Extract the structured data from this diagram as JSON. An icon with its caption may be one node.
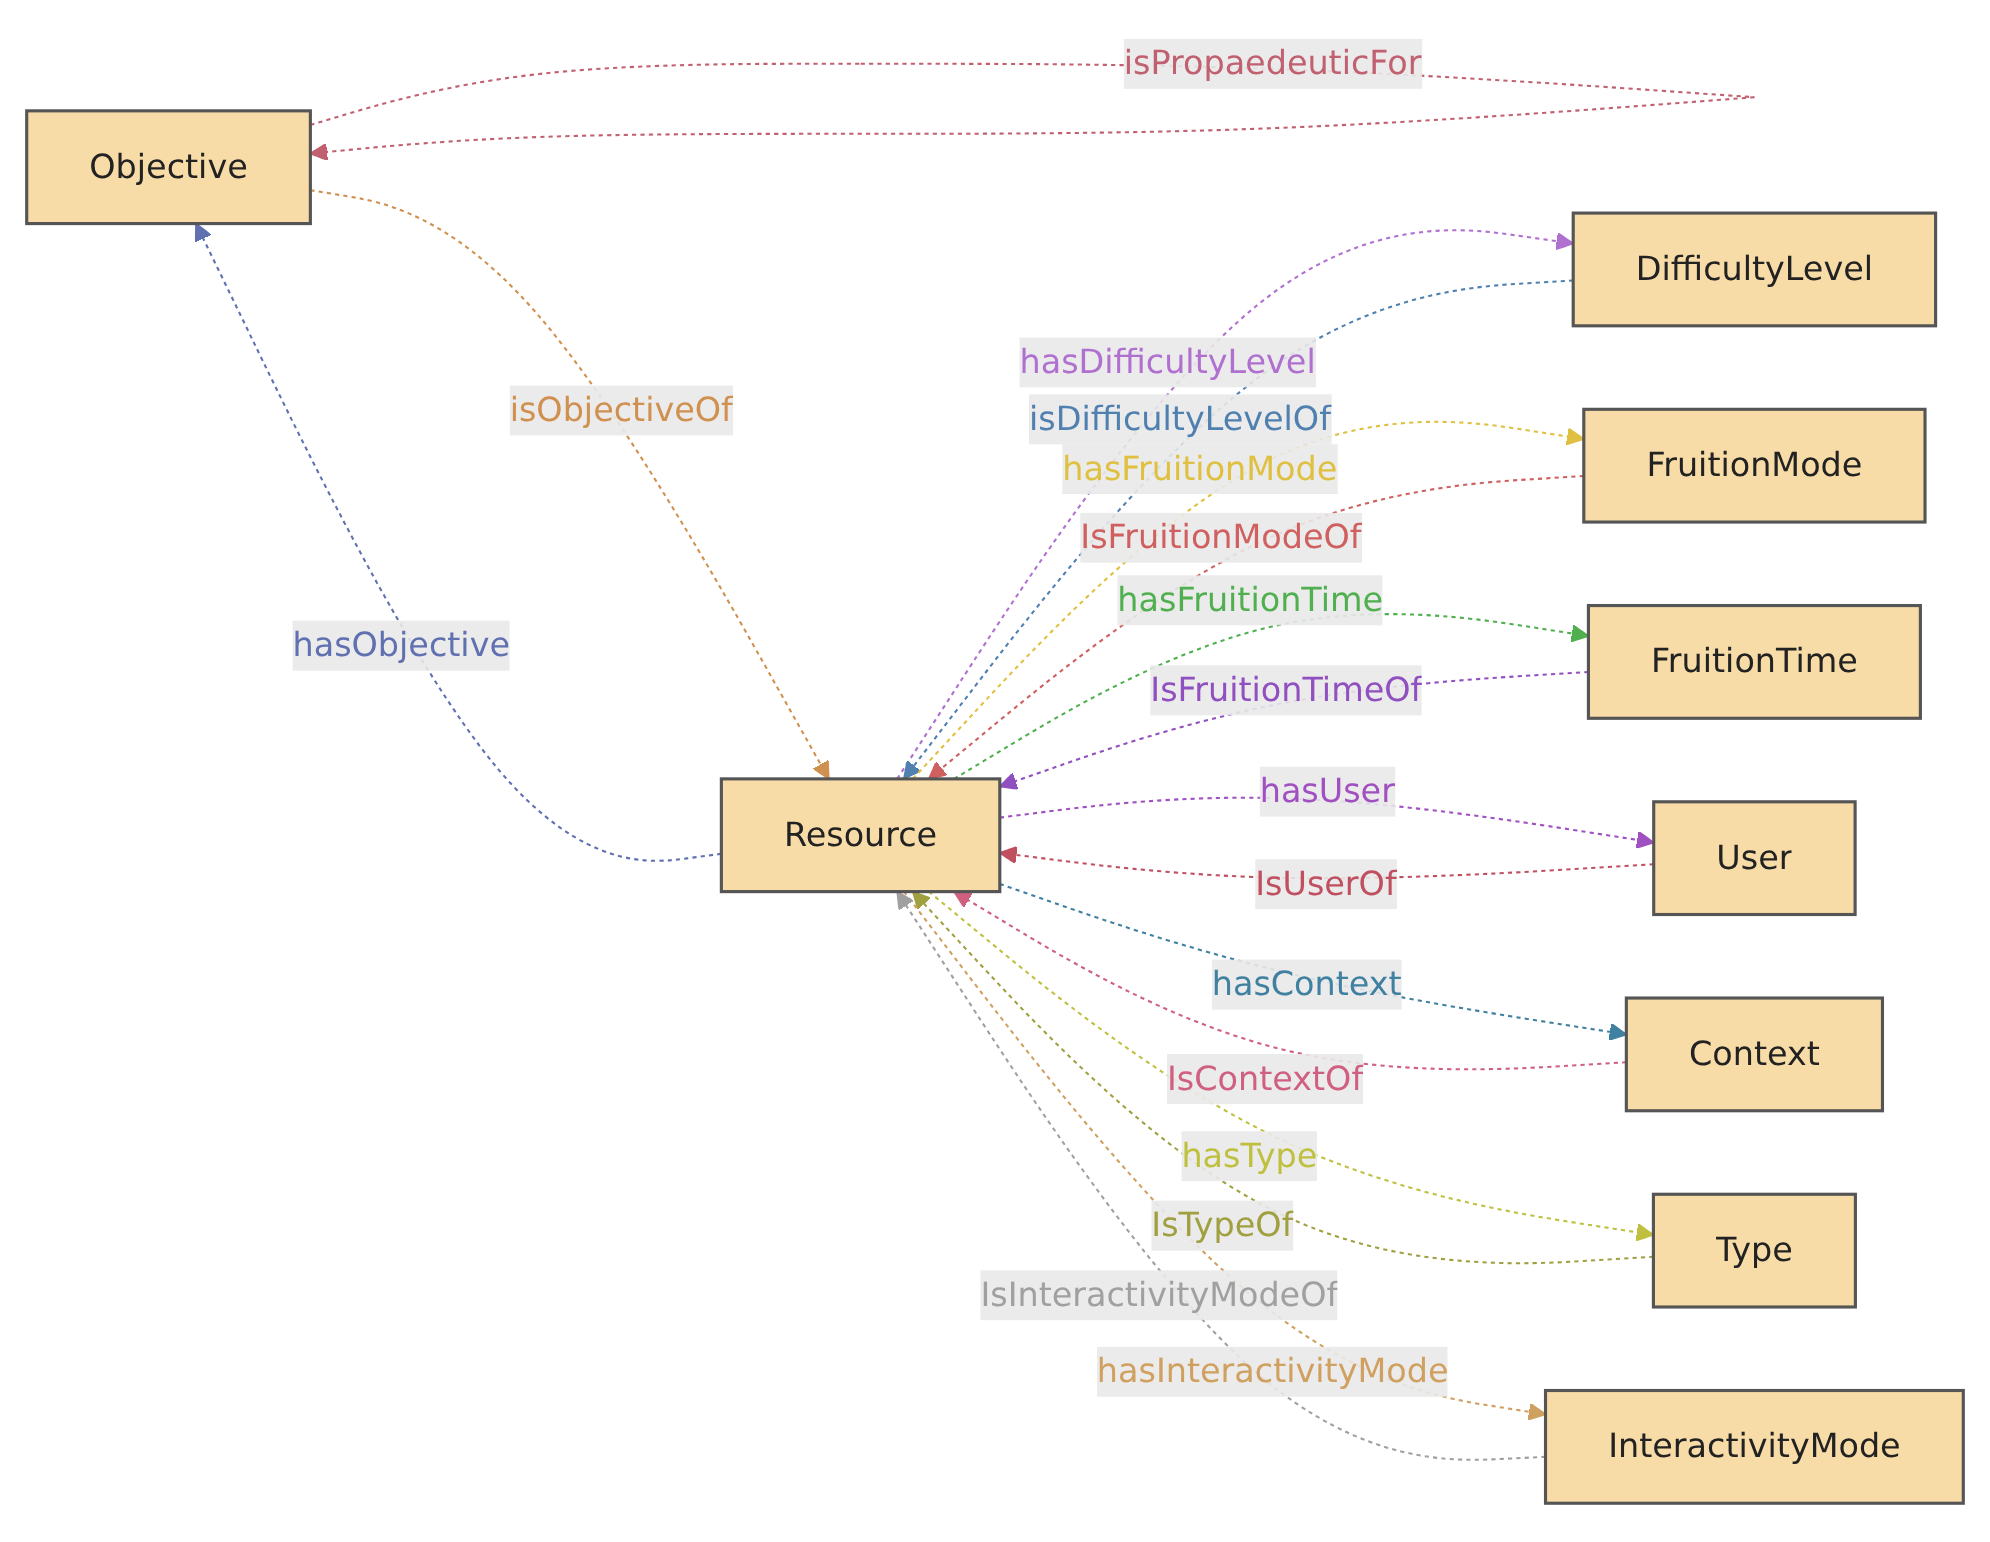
{
  "diagram": {
    "nodes": [
      {
        "text": [
          "Objective"
        ]
      },
      {
        "text": [
          "DifficultyLevel"
        ]
      },
      {
        "text": [
          "FruitionMode"
        ]
      },
      {
        "text": [
          "FruitionTime"
        ]
      },
      {
        "text": [
          "Resource"
        ]
      },
      {
        "text": [
          "User"
        ]
      },
      {
        "text": [
          "Context"
        ]
      },
      {
        "text": [
          "Type"
        ]
      },
      {
        "text": [
          "InteractivityMode"
        ]
      }
    ],
    "edges": [
      {
        "from": 0,
        "to": 0,
        "arrow": "to",
        "label": "isPropaedeuticFor",
        "style": "dashed",
        "color": "#c06070"
      },
      {
        "from": 4,
        "to": 1,
        "arrow": "to",
        "label": "hasDifficultyLevel",
        "style": "dashed",
        "color": "#b070d0"
      },
      {
        "from": 1,
        "to": 4,
        "arrow": "to",
        "label": "isDifficultyLevelOf",
        "style": "dashed",
        "color": "#5080b0"
      },
      {
        "from": 0,
        "to": 4,
        "arrow": "to",
        "label": "isObjectiveOf",
        "style": "dashed",
        "color": "#d09050"
      },
      {
        "from": 4,
        "to": 0,
        "arrow": "to",
        "label": "hasObjective",
        "style": "dashed",
        "color": "#6070b0"
      },
      {
        "from": 4,
        "to": 2,
        "arrow": "to",
        "label": "hasFruitionMode",
        "style": "dashed",
        "color": "#e0c040"
      },
      {
        "from": 2,
        "to": 4,
        "arrow": "to",
        "label": "IsFruitionModeOf",
        "style": "dashed",
        "color": "#d06060"
      },
      {
        "from": 4,
        "to": 3,
        "arrow": "to",
        "label": "hasFruitionTime",
        "style": "dashed",
        "color": "#50b050"
      },
      {
        "from": 3,
        "to": 4,
        "arrow": "to",
        "label": "IsFruitionTimeOf",
        "style": "dashed",
        "color": "#9050c0"
      },
      {
        "from": 5,
        "to": 4,
        "arrow": "to",
        "label": "IsUserOf",
        "style": "dashed",
        "color": "#c05060"
      },
      {
        "from": 4,
        "to": 5,
        "arrow": "to",
        "label": "hasUser",
        "style": "dashed",
        "color": "#a050c0"
      },
      {
        "from": 4,
        "to": 6,
        "arrow": "to",
        "label": "hasContext",
        "style": "dashed",
        "color": "#4080a0"
      },
      {
        "from": 6,
        "to": 4,
        "arrow": "to",
        "label": "IsContextOf",
        "style": "dashed",
        "color": "#d06080"
      },
      {
        "from": 4,
        "to": 7,
        "arrow": "to",
        "label": "hasType",
        "style": "dashed",
        "color": "#c0c040"
      },
      {
        "from": 7,
        "to": 4,
        "arrow": "to",
        "label": "IsTypeOf",
        "style": "dashed",
        "color": "#a0a040"
      },
      {
        "from": 4,
        "to": 8,
        "arrow": "to",
        "label": "hasInteractivityMode",
        "style": "dashed",
        "color": "#d0a060"
      },
      {
        "from": 8,
        "to": 4,
        "arrow": "to",
        "label": "IsInteractivityModeOf",
        "style": "dashed",
        "color": "#a0a0a0"
      }
    ]
  }
}
